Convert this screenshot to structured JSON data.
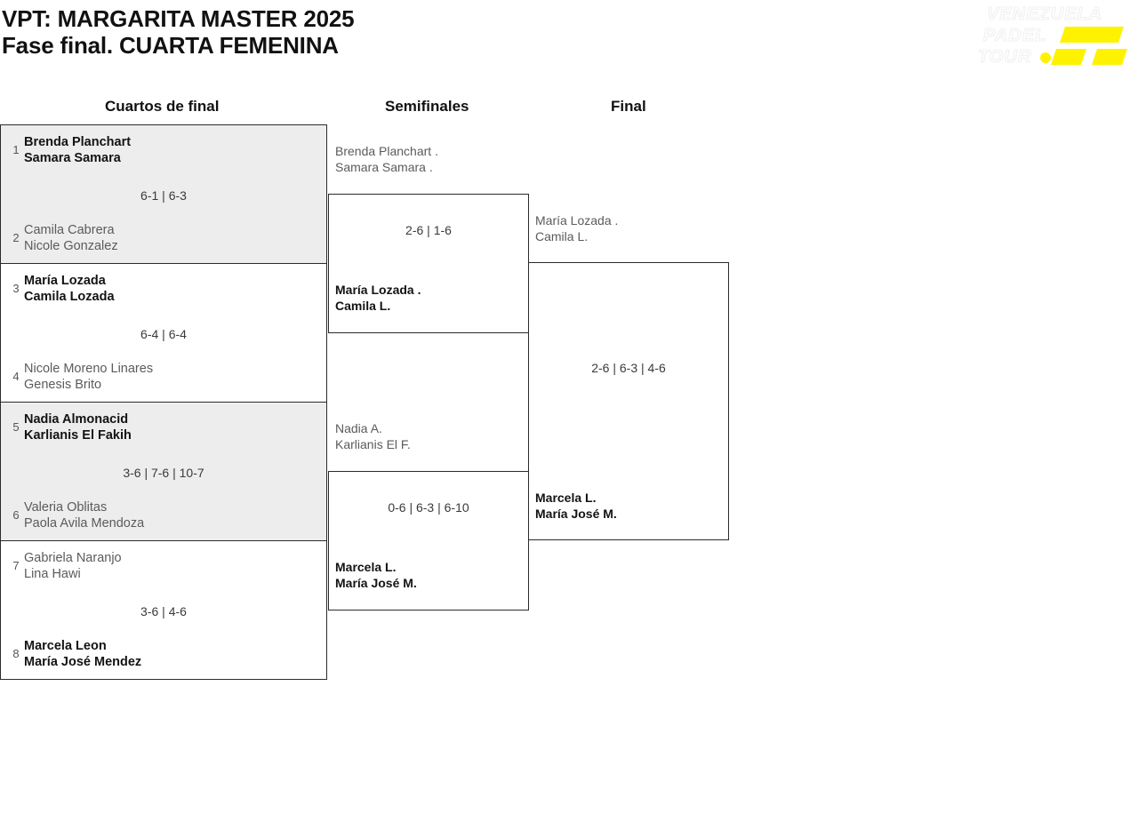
{
  "header": {
    "title_line1": "VPT: MARGARITA MASTER 2025",
    "title_line2": "Fase final. CUARTA FEMENINA",
    "logo": {
      "line1": "VENEZUELA",
      "line2": "PADEL",
      "line3": "TOUR.",
      "accent_color": "#FFF200",
      "outline_color": "#f2f2f2"
    }
  },
  "rounds": {
    "quarterfinals_label": "Cuartos de final",
    "semifinals_label": "Semifinales",
    "final_label": "Final"
  },
  "quarterfinals": [
    {
      "shaded": true,
      "top": {
        "seed": "1",
        "player1": "Brenda Planchart",
        "player2": "Samara Samara",
        "result": "winner"
      },
      "bottom": {
        "seed": "2",
        "player1": "Camila Cabrera",
        "player2": "Nicole Gonzalez",
        "result": "loser"
      },
      "score": "6-1 | 6-3"
    },
    {
      "shaded": false,
      "top": {
        "seed": "3",
        "player1": "María Lozada",
        "player2": "Camila Lozada",
        "result": "winner"
      },
      "bottom": {
        "seed": "4",
        "player1": "Nicole Moreno Linares",
        "player2": "Genesis Brito",
        "result": "loser"
      },
      "score": "6-4 | 6-4"
    },
    {
      "shaded": true,
      "top": {
        "seed": "5",
        "player1": "Nadia Almonacid",
        "player2": "Karlianis El Fakih",
        "result": "winner"
      },
      "bottom": {
        "seed": "6",
        "player1": "Valeria Oblitas",
        "player2": "Paola Avila Mendoza",
        "result": "loser"
      },
      "score": "3-6 | 7-6 | 10-7"
    },
    {
      "shaded": false,
      "top": {
        "seed": "7",
        "player1": "Gabriela Naranjo",
        "player2": "Lina Hawi",
        "result": "loser"
      },
      "bottom": {
        "seed": "8",
        "player1": "Marcela Leon",
        "player2": "María José Mendez",
        "result": "winner"
      },
      "score": "3-6 | 4-6"
    }
  ],
  "semifinals": [
    {
      "top": {
        "player1": "Brenda Planchart .",
        "player2": "Samara Samara .",
        "result": "loser"
      },
      "bottom": {
        "player1": "María Lozada .",
        "player2": "Camila L.",
        "result": "winner"
      },
      "score": "2-6 | 1-6"
    },
    {
      "top": {
        "player1": "Nadia A.",
        "player2": "Karlianis El F.",
        "result": "loser"
      },
      "bottom": {
        "player1": "Marcela L.",
        "player2": "María José M.",
        "result": "winner"
      },
      "score": "0-6 | 6-3 | 6-10"
    }
  ],
  "final": {
    "top": {
      "player1": "María Lozada .",
      "player2": "Camila L.",
      "result": "loser"
    },
    "bottom": {
      "player1": "Marcela L.",
      "player2": "María José M.",
      "result": "winner"
    },
    "score": "2-6 | 6-3 | 4-6"
  }
}
